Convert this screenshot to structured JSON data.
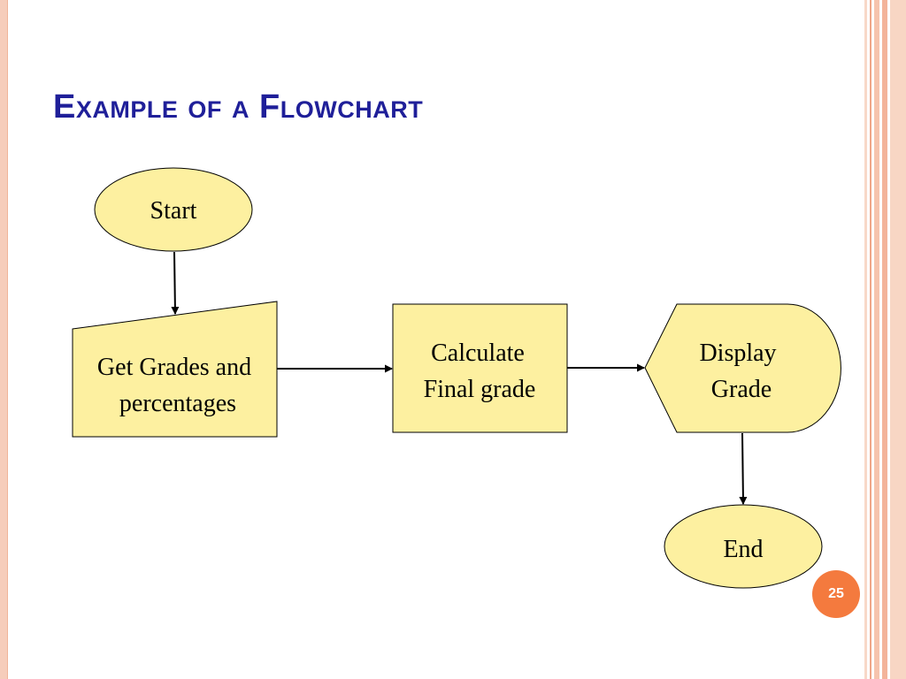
{
  "slide": {
    "title": "Example of a Flowchart",
    "page_number": "25"
  },
  "flowchart": {
    "nodes": {
      "start": {
        "shape": "terminator",
        "lines": [
          "Start"
        ]
      },
      "input": {
        "shape": "manual-input",
        "lines": [
          "Get Grades and",
          "percentages"
        ]
      },
      "process": {
        "shape": "process",
        "lines": [
          "Calculate",
          "Final grade"
        ]
      },
      "display": {
        "shape": "display",
        "lines": [
          "Display",
          "Grade"
        ]
      },
      "end": {
        "shape": "terminator",
        "lines": [
          "End"
        ]
      }
    },
    "edges": [
      {
        "from": "start",
        "to": "input"
      },
      {
        "from": "input",
        "to": "process"
      },
      {
        "from": "process",
        "to": "display"
      },
      {
        "from": "display",
        "to": "end"
      }
    ]
  },
  "colors": {
    "node_fill": "#fdf0a0",
    "node_stroke": "#000000",
    "title": "#1f1f99",
    "badge": "#f47a3e"
  }
}
